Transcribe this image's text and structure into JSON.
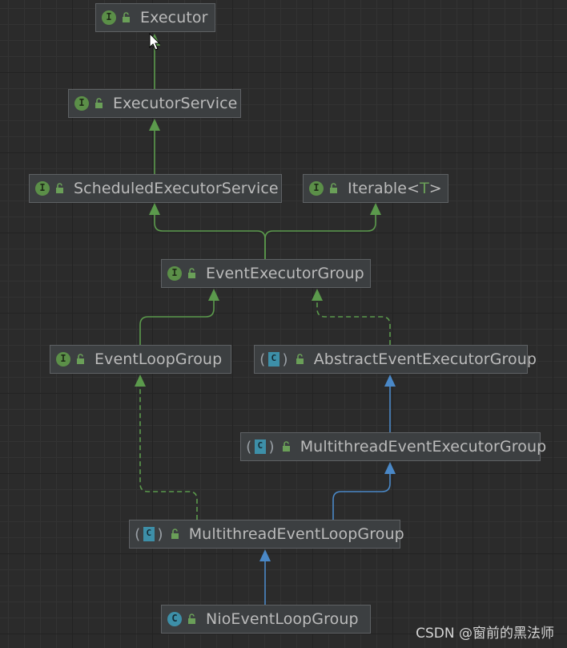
{
  "nodes": [
    {
      "id": "executor",
      "kind": "interface",
      "label": "Executor"
    },
    {
      "id": "executor-service",
      "kind": "interface",
      "label": "ExecutorService"
    },
    {
      "id": "scheduled-executor-service",
      "kind": "interface",
      "label": "ScheduledExecutorService"
    },
    {
      "id": "iterable",
      "kind": "interface",
      "label": "Iterable",
      "type_param": "T"
    },
    {
      "id": "event-executor-group",
      "kind": "interface",
      "label": "EventExecutorGroup"
    },
    {
      "id": "event-loop-group",
      "kind": "interface",
      "label": "EventLoopGroup"
    },
    {
      "id": "abstract-event-executor-group",
      "kind": "abstract-class",
      "label": "AbstractEventExecutorGroup"
    },
    {
      "id": "multithread-event-executor-group",
      "kind": "abstract-class",
      "label": "MultithreadEventExecutorGroup"
    },
    {
      "id": "multithread-event-loop-group",
      "kind": "abstract-class",
      "label": "MultithreadEventLoopGroup"
    },
    {
      "id": "nio-event-loop-group",
      "kind": "class",
      "label": "NioEventLoopGroup"
    }
  ],
  "edges": [
    {
      "from": "executor-service",
      "to": "executor",
      "type": "extends-interface"
    },
    {
      "from": "scheduled-executor-service",
      "to": "executor-service",
      "type": "extends-interface"
    },
    {
      "from": "event-executor-group",
      "to": "scheduled-executor-service",
      "type": "extends-interface"
    },
    {
      "from": "event-executor-group",
      "to": "iterable",
      "type": "extends-interface"
    },
    {
      "from": "event-loop-group",
      "to": "event-executor-group",
      "type": "extends-interface"
    },
    {
      "from": "abstract-event-executor-group",
      "to": "event-executor-group",
      "type": "implements"
    },
    {
      "from": "multithread-event-executor-group",
      "to": "abstract-event-executor-group",
      "type": "extends-class"
    },
    {
      "from": "multithread-event-loop-group",
      "to": "multithread-event-executor-group",
      "type": "extends-class"
    },
    {
      "from": "multithread-event-loop-group",
      "to": "event-loop-group",
      "type": "implements"
    },
    {
      "from": "nio-event-loop-group",
      "to": "multithread-event-loop-group",
      "type": "extends-class"
    }
  ],
  "colors": {
    "background": "#2b2b2b",
    "node_fill": "#3c3f41",
    "node_border": "#5e6164",
    "node_text": "#bbbbbb",
    "interface_edge": "#5b9a4c",
    "class_edge": "#4a88c7",
    "interface_icon": "#5b8f48",
    "class_icon": "#3d8fa8"
  },
  "watermark": "CSDN @窗前的黑法师"
}
